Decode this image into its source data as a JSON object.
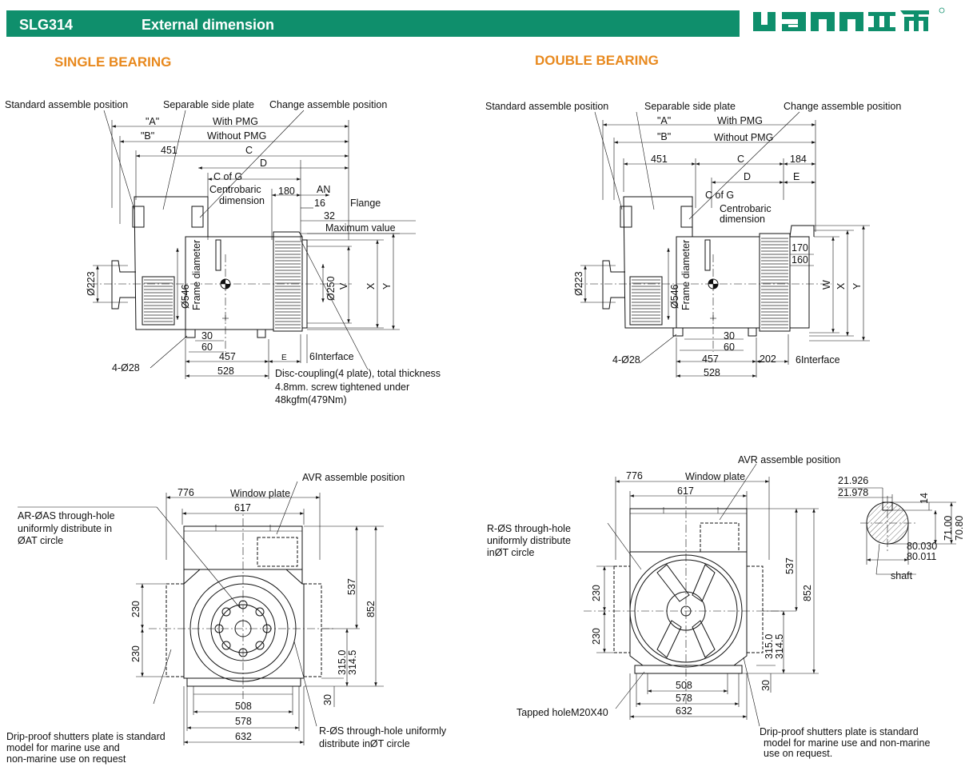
{
  "header": {
    "model": "SLG314",
    "title": "External dimension",
    "brand_color": "#0f8f6c",
    "logo_color": "#0f8f6c",
    "accent_color": "#e8891e"
  },
  "sections": {
    "single": "SINGLE BEARING",
    "double": "DOUBLE BEARING"
  },
  "single_side": {
    "std_pos": "Standard assemble position",
    "sep_plate": "Separable side plate",
    "change_pos": "Change assemble position",
    "a": "\"A\"",
    "with_pmg": "With PMG",
    "b": "\"B\"",
    "without_pmg": "Without PMG",
    "d451": "451",
    "c": "C",
    "d": "D",
    "cofg": "C of G",
    "centro1": "Centrobaric",
    "centro2": "dimension",
    "d180": "180",
    "an": "AN",
    "d16": "16",
    "flange": "Flange",
    "d32": "32",
    "maxval": "Maximum value",
    "d223": "Ø223",
    "d546": "Ø546",
    "framedia": "Frame diameter",
    "d250": "Ø250",
    "v": "V",
    "x": "X",
    "y": "Y",
    "d30": "30",
    "d60": "60",
    "d457": "457",
    "e": "E",
    "interface": "6Interface",
    "d528": "528",
    "holes": "4-Ø28",
    "disc1": "Disc-coupling(4 plate), total thickness",
    "disc2": "4.8mm. screw tightened under",
    "disc3": "48kgfm(479Nm)"
  },
  "double_side": {
    "std_pos": "Standard assemble position",
    "sep_plate": "Separable side plate",
    "change_pos": "Change assemble position",
    "a": "\"A\"",
    "with_pmg": "With PMG",
    "b": "\"B\"",
    "without_pmg": "Without PMG",
    "d451": "451",
    "c": "C",
    "d184": "184",
    "d": "D",
    "e": "E",
    "cofg": "C of G",
    "centro1": "Centrobaric",
    "centro2": "dimension",
    "d170": "170",
    "d160": "160",
    "w": "W",
    "x": "X",
    "y": "Y",
    "d223": "Ø223",
    "d546": "Ø546",
    "framedia": "Frame diameter",
    "d30": "30",
    "d60": "60",
    "d457": "457",
    "d202": "202",
    "interface": "6Interface",
    "d528": "528",
    "holes": "4-Ø28"
  },
  "single_front": {
    "avr": "AVR assemble position",
    "d776": "776",
    "window": "Window plate",
    "d617": "617",
    "ar1": "AR-ØAS through-hole",
    "ar2": "uniformly distribute in",
    "ar3": "ØAT circle",
    "d537": "537",
    "d852": "852",
    "d230a": "230",
    "d230b": "230",
    "d315": "315.0",
    "d3145": "314.5",
    "d30": "30",
    "d508": "508",
    "d578": "578",
    "d632": "632",
    "drip1": "Drip-proof shutters plate is standard",
    "drip2": "model for marine use and",
    "drip3": "non-marine use on request",
    "rs1": "R-ØS through-hole uniformly",
    "rs2": "distribute inØT circle"
  },
  "double_front": {
    "avr": "AVR assemble position",
    "d776": "776",
    "window": "Window plate",
    "d617": "617",
    "rs1": "R-ØS through-hole",
    "rs2": "uniformly distribute",
    "rs3": "inØT circle",
    "d537": "537",
    "d852": "852",
    "d230a": "230",
    "d230b": "230",
    "d315": "315.0",
    "d3145": "314.5",
    "d30": "30",
    "d508": "508",
    "d578": "578",
    "d632": "632",
    "tapped": "Tapped holeM20X40",
    "drip1": "Drip-proof shutters plate is standard",
    "drip2": "model for marine use and non-marine",
    "drip3": "use on request."
  },
  "shaft": {
    "d21926": "21.926",
    "d21978": "21.978",
    "d14": "14",
    "d7100": "71.00",
    "d7080": "70.80",
    "d80030": "80.030",
    "d80011": "80.011",
    "label": "shaft"
  }
}
